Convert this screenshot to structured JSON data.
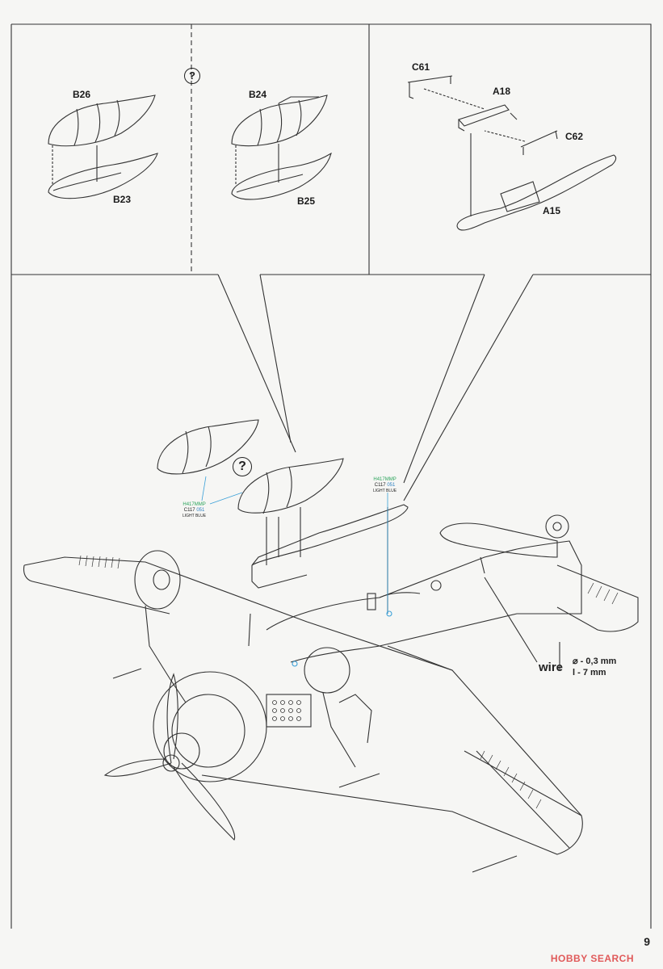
{
  "parts": {
    "b26": "B26",
    "b23": "B23",
    "b24": "B24",
    "b25": "B25",
    "c61": "C61",
    "a18": "A18",
    "c62": "C62",
    "a15": "A15"
  },
  "question_mark": "?",
  "paint_callout_1": {
    "h": "H417MMP",
    "c": "C117",
    "g": "051",
    "name": "LIGHT BLUE"
  },
  "paint_callout_2": {
    "h": "H417MMP",
    "c": "C117",
    "g": "051",
    "name": "LIGHT BLUE"
  },
  "wire": {
    "label": "wire",
    "diameter": "⌀ - 0,3 mm",
    "length": "l - 7 mm"
  },
  "page_number": "9",
  "watermark": "HOBBY SEARCH",
  "colors": {
    "line": "#333333",
    "paper": "#f6f6f4",
    "paint_h": "#2aa35a",
    "paint_gc": "#2a7fc1"
  }
}
